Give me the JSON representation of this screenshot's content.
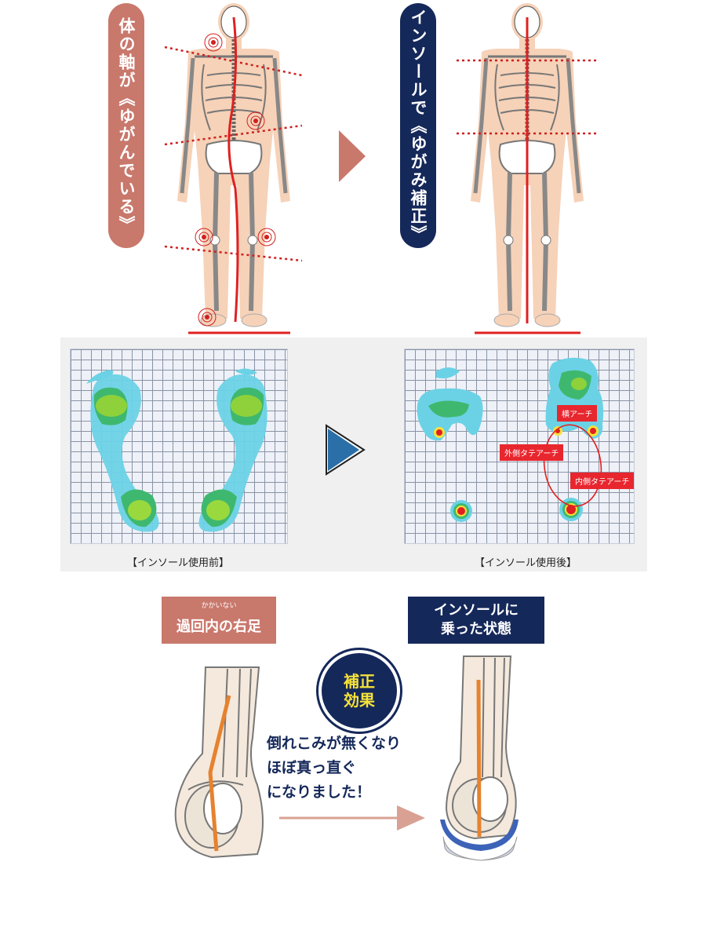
{
  "top": {
    "before_label": "体の軸が《ゆがんでいる》",
    "after_label": "インソールで《ゆがみ補正》"
  },
  "heatmap": {
    "before_caption": "【インソール使用前】",
    "after_caption": "【インソール使用後】",
    "callouts": {
      "transverse": "横アーチ",
      "lateral": "外側タテアーチ",
      "medial": "内側タテアーチ"
    }
  },
  "bottom": {
    "before_ruby": "かかいない",
    "before_title": "過回内の右足",
    "after_title_line1": "インソールに",
    "after_title_line2": "乗った状態",
    "badge_line1": "補正",
    "badge_line2": "効果",
    "effect_line1": "倒れこみが無くなり",
    "effect_line2": "ほぼ真っ直ぐ",
    "effect_line3": "になりました！"
  },
  "colors": {
    "salmon": "#c9786c",
    "navy": "#15285a",
    "arrow_blue": "#2a6fa8",
    "axis_red": "#e02020",
    "badge_yellow": "#f5e23a",
    "bone_orange": "#e6822e"
  }
}
